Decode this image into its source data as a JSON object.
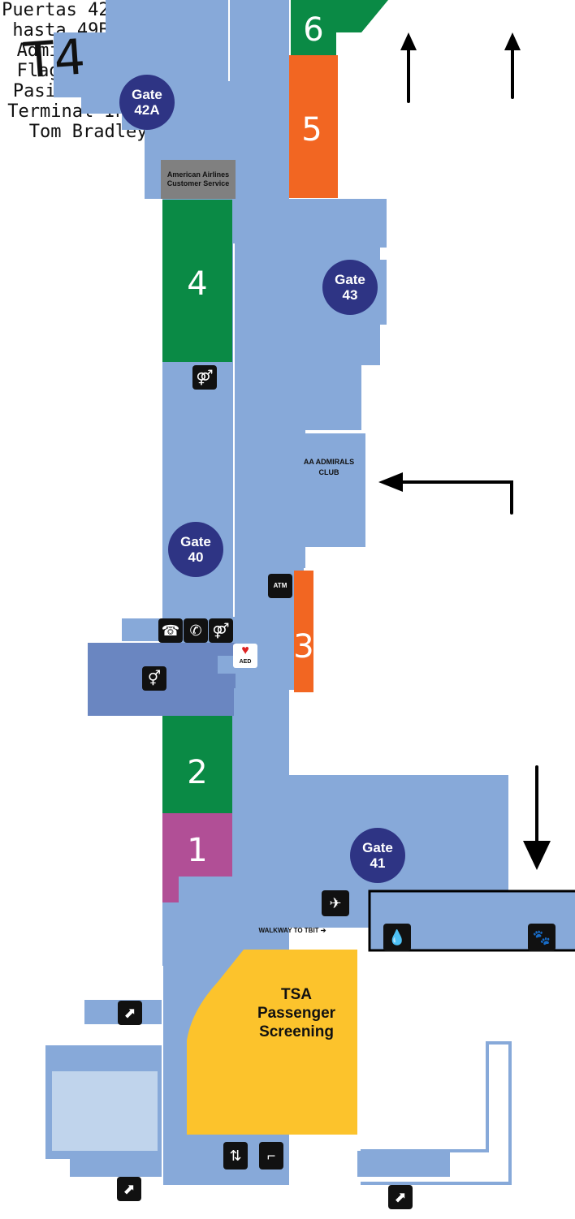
{
  "terminal": "T4",
  "gates": [
    {
      "id": "gate-42a",
      "word": "Gate",
      "number": "42A"
    },
    {
      "id": "gate-43",
      "word": "Gate",
      "number": "43"
    },
    {
      "id": "gate-40",
      "word": "Gate",
      "number": "40"
    },
    {
      "id": "gate-41",
      "word": "Gate",
      "number": "41"
    }
  ],
  "store_numbers": [
    "1",
    "2",
    "3",
    "4",
    "5",
    "6"
  ],
  "labels": {
    "aa_customer_service": "American Airlines Customer Service",
    "admirals_club_room": "AA ADMIRALS CLUB",
    "walkway": "WALKWAY TO TBIT ➔",
    "tsa": "TSA Passenger Screening",
    "atm": "ATM",
    "aed": "AED"
  },
  "annotations": {
    "puertas": "Puertas 42B hasta 49B",
    "admirals": "Admirals Club y Flagship Lounge",
    "connector": "Pasillo Conector a la Terminal Internacional Tom Bradley (TBIT)"
  },
  "icons": [
    "escalator-icon",
    "elevator-icon",
    "stairs-icon",
    "restroom-icon",
    "telephone-icon",
    "tty-phone-icon",
    "family-restroom-icon",
    "aed-icon",
    "atm-icon",
    "airline-information-icon",
    "water-icon",
    "pet-relief-icon"
  ],
  "colors": {
    "floor": "#87a9d9",
    "floor_dark": "#6a86c1",
    "floor_light": "#c0d4ec",
    "green_shop": "#0a8a45",
    "orange_shop": "#f26622",
    "purple_shop": "#b14f96",
    "gray_service": "#808080",
    "tsa": "#fcc32c",
    "gate_badge": "#2e3484"
  }
}
